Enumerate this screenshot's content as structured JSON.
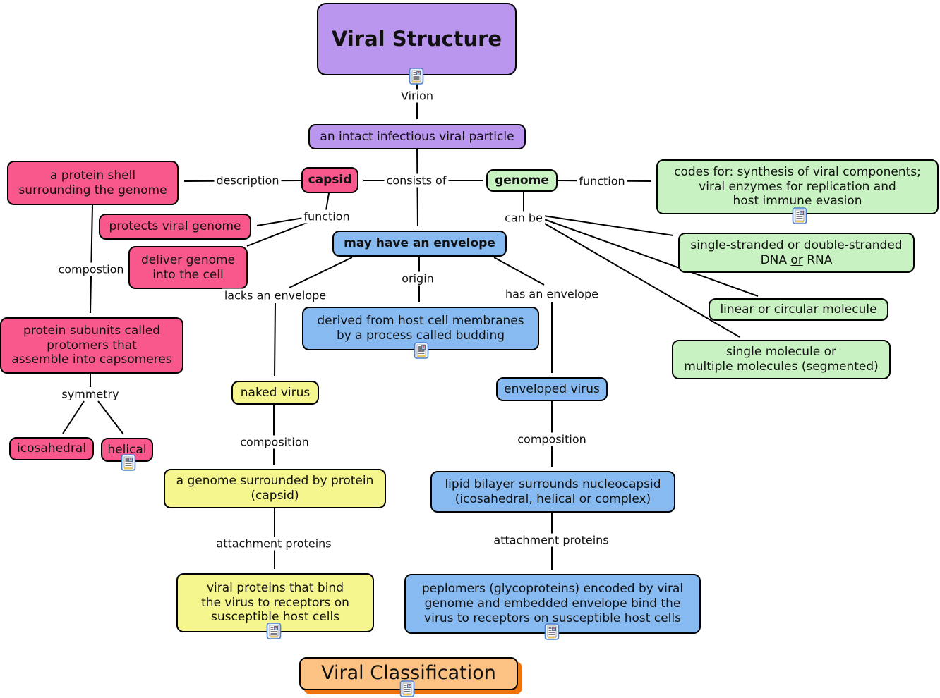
{
  "colors": {
    "purple": "#BB96EE",
    "pink": "#F8588C",
    "green": "#C9F2C2",
    "blue": "#86BAF0",
    "yellow": "#F6F68F",
    "orange": "#FBC283",
    "orange-shadow": "#F07209"
  },
  "icons": {
    "resource": "note-document-icon"
  },
  "nodes": {
    "title": "Viral Structure",
    "intact": "an intact infectious viral particle",
    "capsid": "capsid",
    "genome": "genome",
    "protein_shell": "a protein shell\nsurrounding the genome",
    "protects": "protects viral genome",
    "deliver": "deliver genome\ninto the cell",
    "protomers": "protein subunits called\nprotomers that\nassemble into capsomeres",
    "icosahedral": "icosahedral",
    "helical": "helical",
    "envelope": "may have an envelope",
    "codes": "codes for: synthesis of viral components;\nviral enzymes for replication and\nhost immune evasion",
    "dna_line1": "single-stranded or double-stranded",
    "dna_pre": "DNA",
    "dna_or": "or",
    "dna_post": "RNA",
    "linear": "linear or circular molecule",
    "single_molecule": "single molecule or\nmultiple molecules (segmented)",
    "derived": "derived from host cell membranes\nby a process called budding",
    "naked": "naked virus",
    "enveloped": "enveloped virus",
    "genome_capsid": "a genome surrounded by protein\n(capsid)",
    "lipid": "lipid bilayer surrounds nucleocapsid\n(icosahedral, helical or complex)",
    "viral_proteins": "viral proteins that bind\nthe virus to receptors on\nsusceptible host cells",
    "peplomers": "peplomers (glycoproteins) encoded by viral\ngenome and embedded envelope bind the\nvirus to receptors on susceptible host cells",
    "classification": "Viral Classification"
  },
  "labels": {
    "virion": "Virion",
    "consists_of": "consists of",
    "description": "description",
    "function_capsid": "function",
    "function_genome": "function",
    "compostion": "compostion",
    "symmetry": "symmetry",
    "can_be": "can be",
    "lacks": "lacks an envelope",
    "origin": "origin",
    "has": "has an envelope",
    "composition_left": "composition",
    "composition_right": "composition",
    "attachment_left": "attachment proteins",
    "attachment_right": "attachment proteins"
  }
}
